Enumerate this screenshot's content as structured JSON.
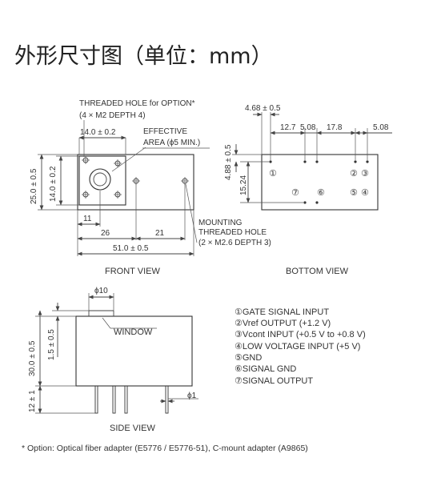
{
  "title": "外形尺寸图（单位：mm）",
  "front_view": {
    "caption": "FRONT VIEW",
    "threaded_hole_label": "THREADED HOLE for OPTION*",
    "threaded_hole_spec": "(4 × M2 DEPTH 4)",
    "effective_label": "EFFECTIVE",
    "effective_area": "AREA (ϕ5 MIN.)",
    "mounting_label_1": "MOUNTING",
    "mounting_label_2": "THREADED HOLE",
    "mounting_spec": "(2 × M2.6 DEPTH 3)",
    "dim_top": "14.0 ± 0.2",
    "dim_height": "25.0 ± 0.5",
    "dim_inner_height": "14.0 ± 0.2",
    "dim_11": "11",
    "dim_26": "26",
    "dim_21": "21",
    "dim_width": "51.0 ± 0.5"
  },
  "bottom_view": {
    "caption": "BOTTOM VIEW",
    "dim_top": "4.68 ± 0.5",
    "dim_12_7": "12.7",
    "dim_5_08a": "5.08",
    "dim_17_8": "17.8",
    "dim_5_08b": "5.08",
    "dim_4_88": "4.88 ± 0.5",
    "dim_15_24": "15.24",
    "pins": [
      "①",
      "②",
      "③",
      "⑦",
      "⑥",
      "⑤",
      "④"
    ]
  },
  "side_view": {
    "caption": "SIDE VIEW",
    "phi10": "ϕ10",
    "window": "WINDOW",
    "dim_height": "30.0 ± 0.5",
    "dim_1_5": "1.5 ± 0.5",
    "dim_12": "12 ± 1",
    "phi1": "ϕ1"
  },
  "pin_legend": [
    "①GATE SIGNAL INPUT",
    "②Vref OUTPUT (+1.2 V)",
    "③Vcont INPUT (+0.5 V to +0.8 V)",
    "④LOW VOLTAGE INPUT (+5 V)",
    "⑤GND",
    "⑥SIGNAL GND",
    "⑦SIGNAL OUTPUT"
  ],
  "footnote": "* Option: Optical fiber adapter (E5776 / E5776-51), C-mount adapter (A9865)"
}
